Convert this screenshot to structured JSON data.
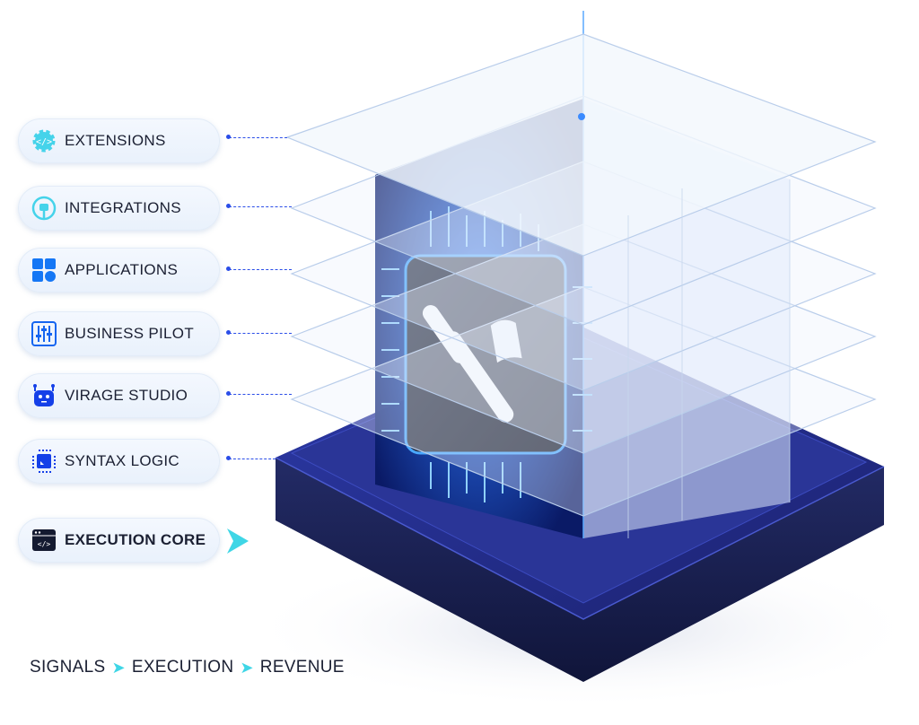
{
  "layers": [
    {
      "label": "EXTENSIONS",
      "icon": "gear-code-icon"
    },
    {
      "label": "INTEGRATIONS",
      "icon": "plug-icon"
    },
    {
      "label": "APPLICATIONS",
      "icon": "apps-grid-icon"
    },
    {
      "label": "BUSINESS PILOT",
      "icon": "sliders-icon"
    },
    {
      "label": "VIRAGE STUDIO",
      "icon": "robot-icon"
    },
    {
      "label": "SYNTAX LOGIC",
      "icon": "chip-icon"
    }
  ],
  "core": {
    "label": "EXECUTION CORE",
    "icon": "code-window-icon"
  },
  "flow": [
    "SIGNALS",
    "EXECUTION",
    "REVENUE"
  ],
  "colors": {
    "accent": "#3fd6e6",
    "primary": "#1565f0",
    "navy": "#1b2033",
    "base": "#1a2150"
  }
}
